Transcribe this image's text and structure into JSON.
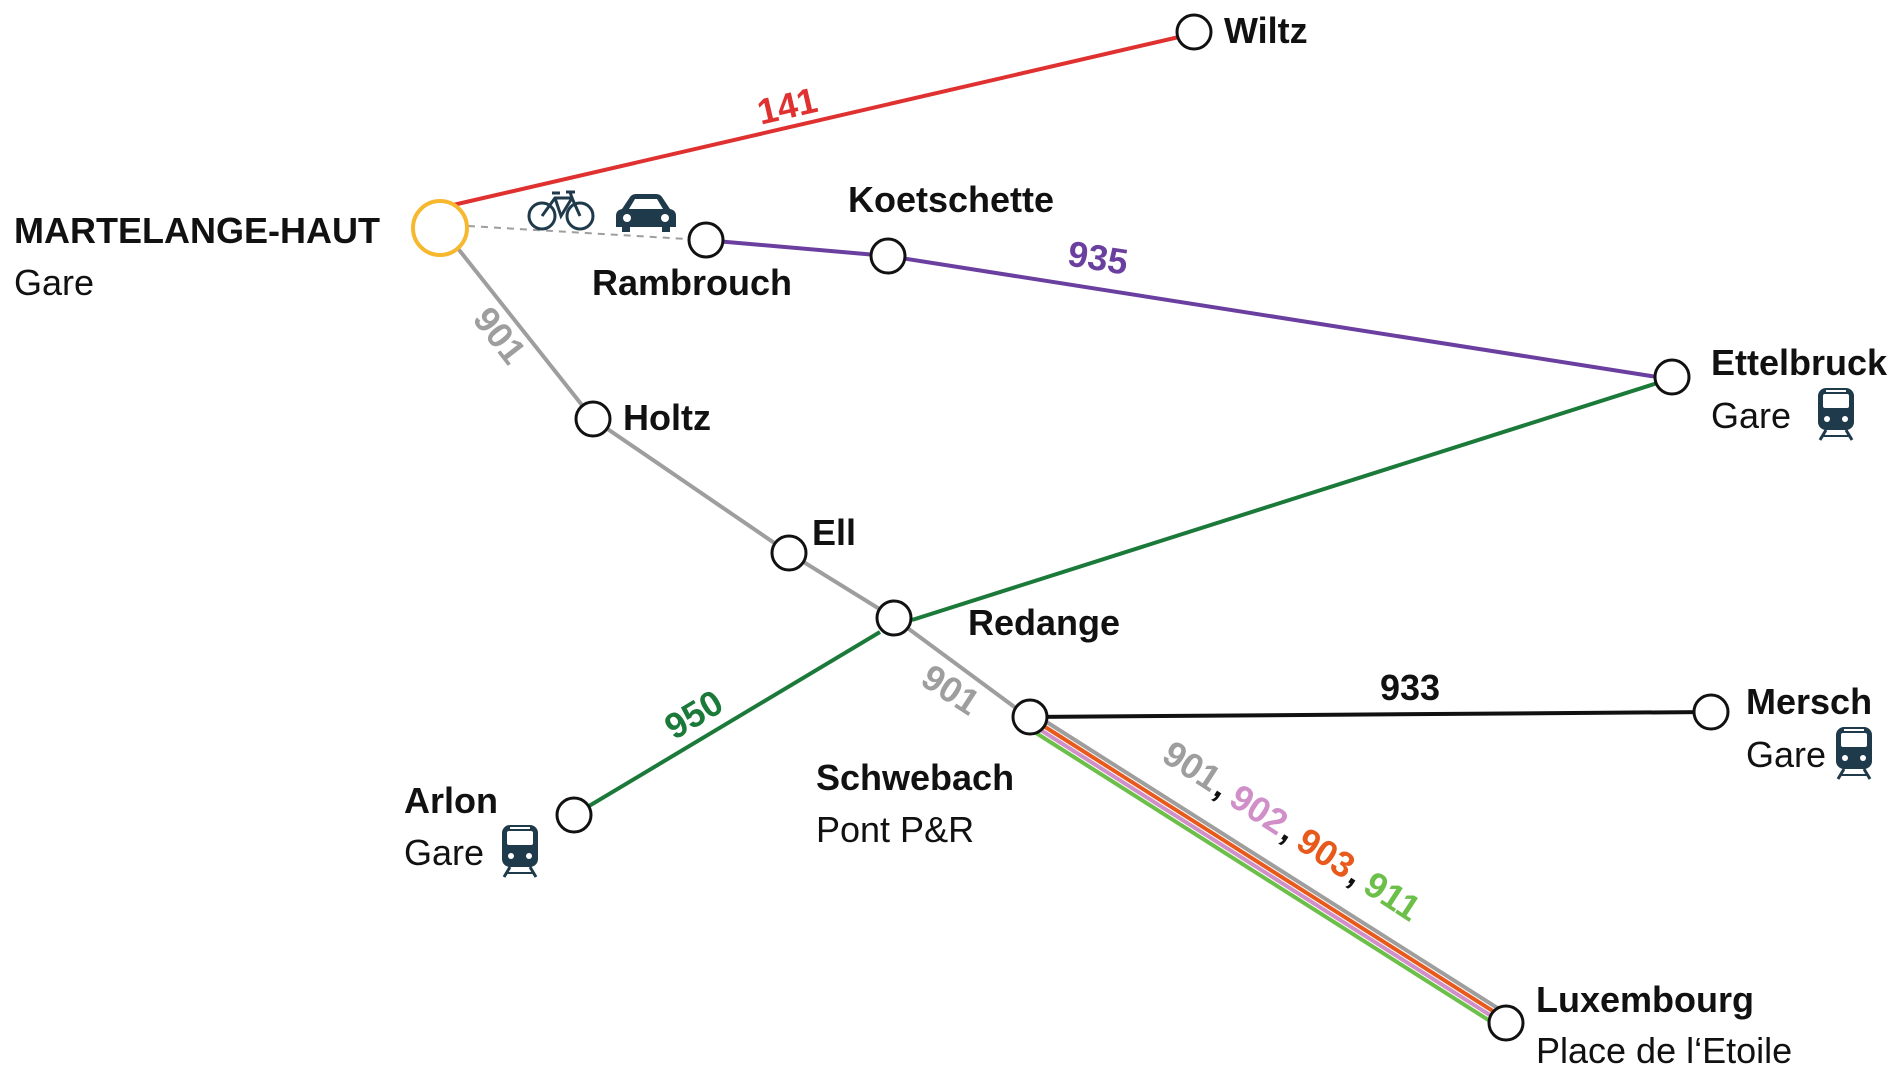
{
  "stops": {
    "martelange": {
      "name": "MARTELANGE-HAUT",
      "sub": "Gare"
    },
    "wiltz": {
      "name": "Wiltz"
    },
    "koetschette": {
      "name": "Koetschette"
    },
    "rambrouch": {
      "name": "Rambrouch"
    },
    "ettelbruck": {
      "name": "Ettelbruck",
      "sub": "Gare"
    },
    "holtz": {
      "name": "Holtz"
    },
    "ell": {
      "name": "Ell"
    },
    "redange": {
      "name": "Redange"
    },
    "schwebach": {
      "name": "Schwebach",
      "sub": "Pont P&R"
    },
    "mersch": {
      "name": "Mersch",
      "sub": "Gare"
    },
    "arlon": {
      "name": "Arlon",
      "sub": "Gare"
    },
    "luxembourg": {
      "name": "Luxembourg",
      "sub": "Place de l‘Etoile"
    }
  },
  "routes": {
    "r141": {
      "label": "141",
      "color": "#e03131"
    },
    "r935": {
      "label": "935",
      "color": "#6b3fa0"
    },
    "r901": {
      "label": "901",
      "color": "#9e9e9e"
    },
    "r950": {
      "label": "950",
      "color": "#1b7a3a"
    },
    "r933": {
      "label": "933",
      "color": "#111111"
    },
    "r902": {
      "label": "902",
      "color": "#d08fc8"
    },
    "r903": {
      "label": "903",
      "color": "#e85a1c"
    },
    "r911": {
      "label": "911",
      "color": "#6cc04a"
    }
  },
  "separator": ",",
  "colors": {
    "origin_stop": "#f5b82e",
    "connector": "#9e9e9e",
    "icon": "#1f3a4a"
  },
  "icons": [
    "bicycle-icon",
    "car-icon",
    "train-icon"
  ]
}
